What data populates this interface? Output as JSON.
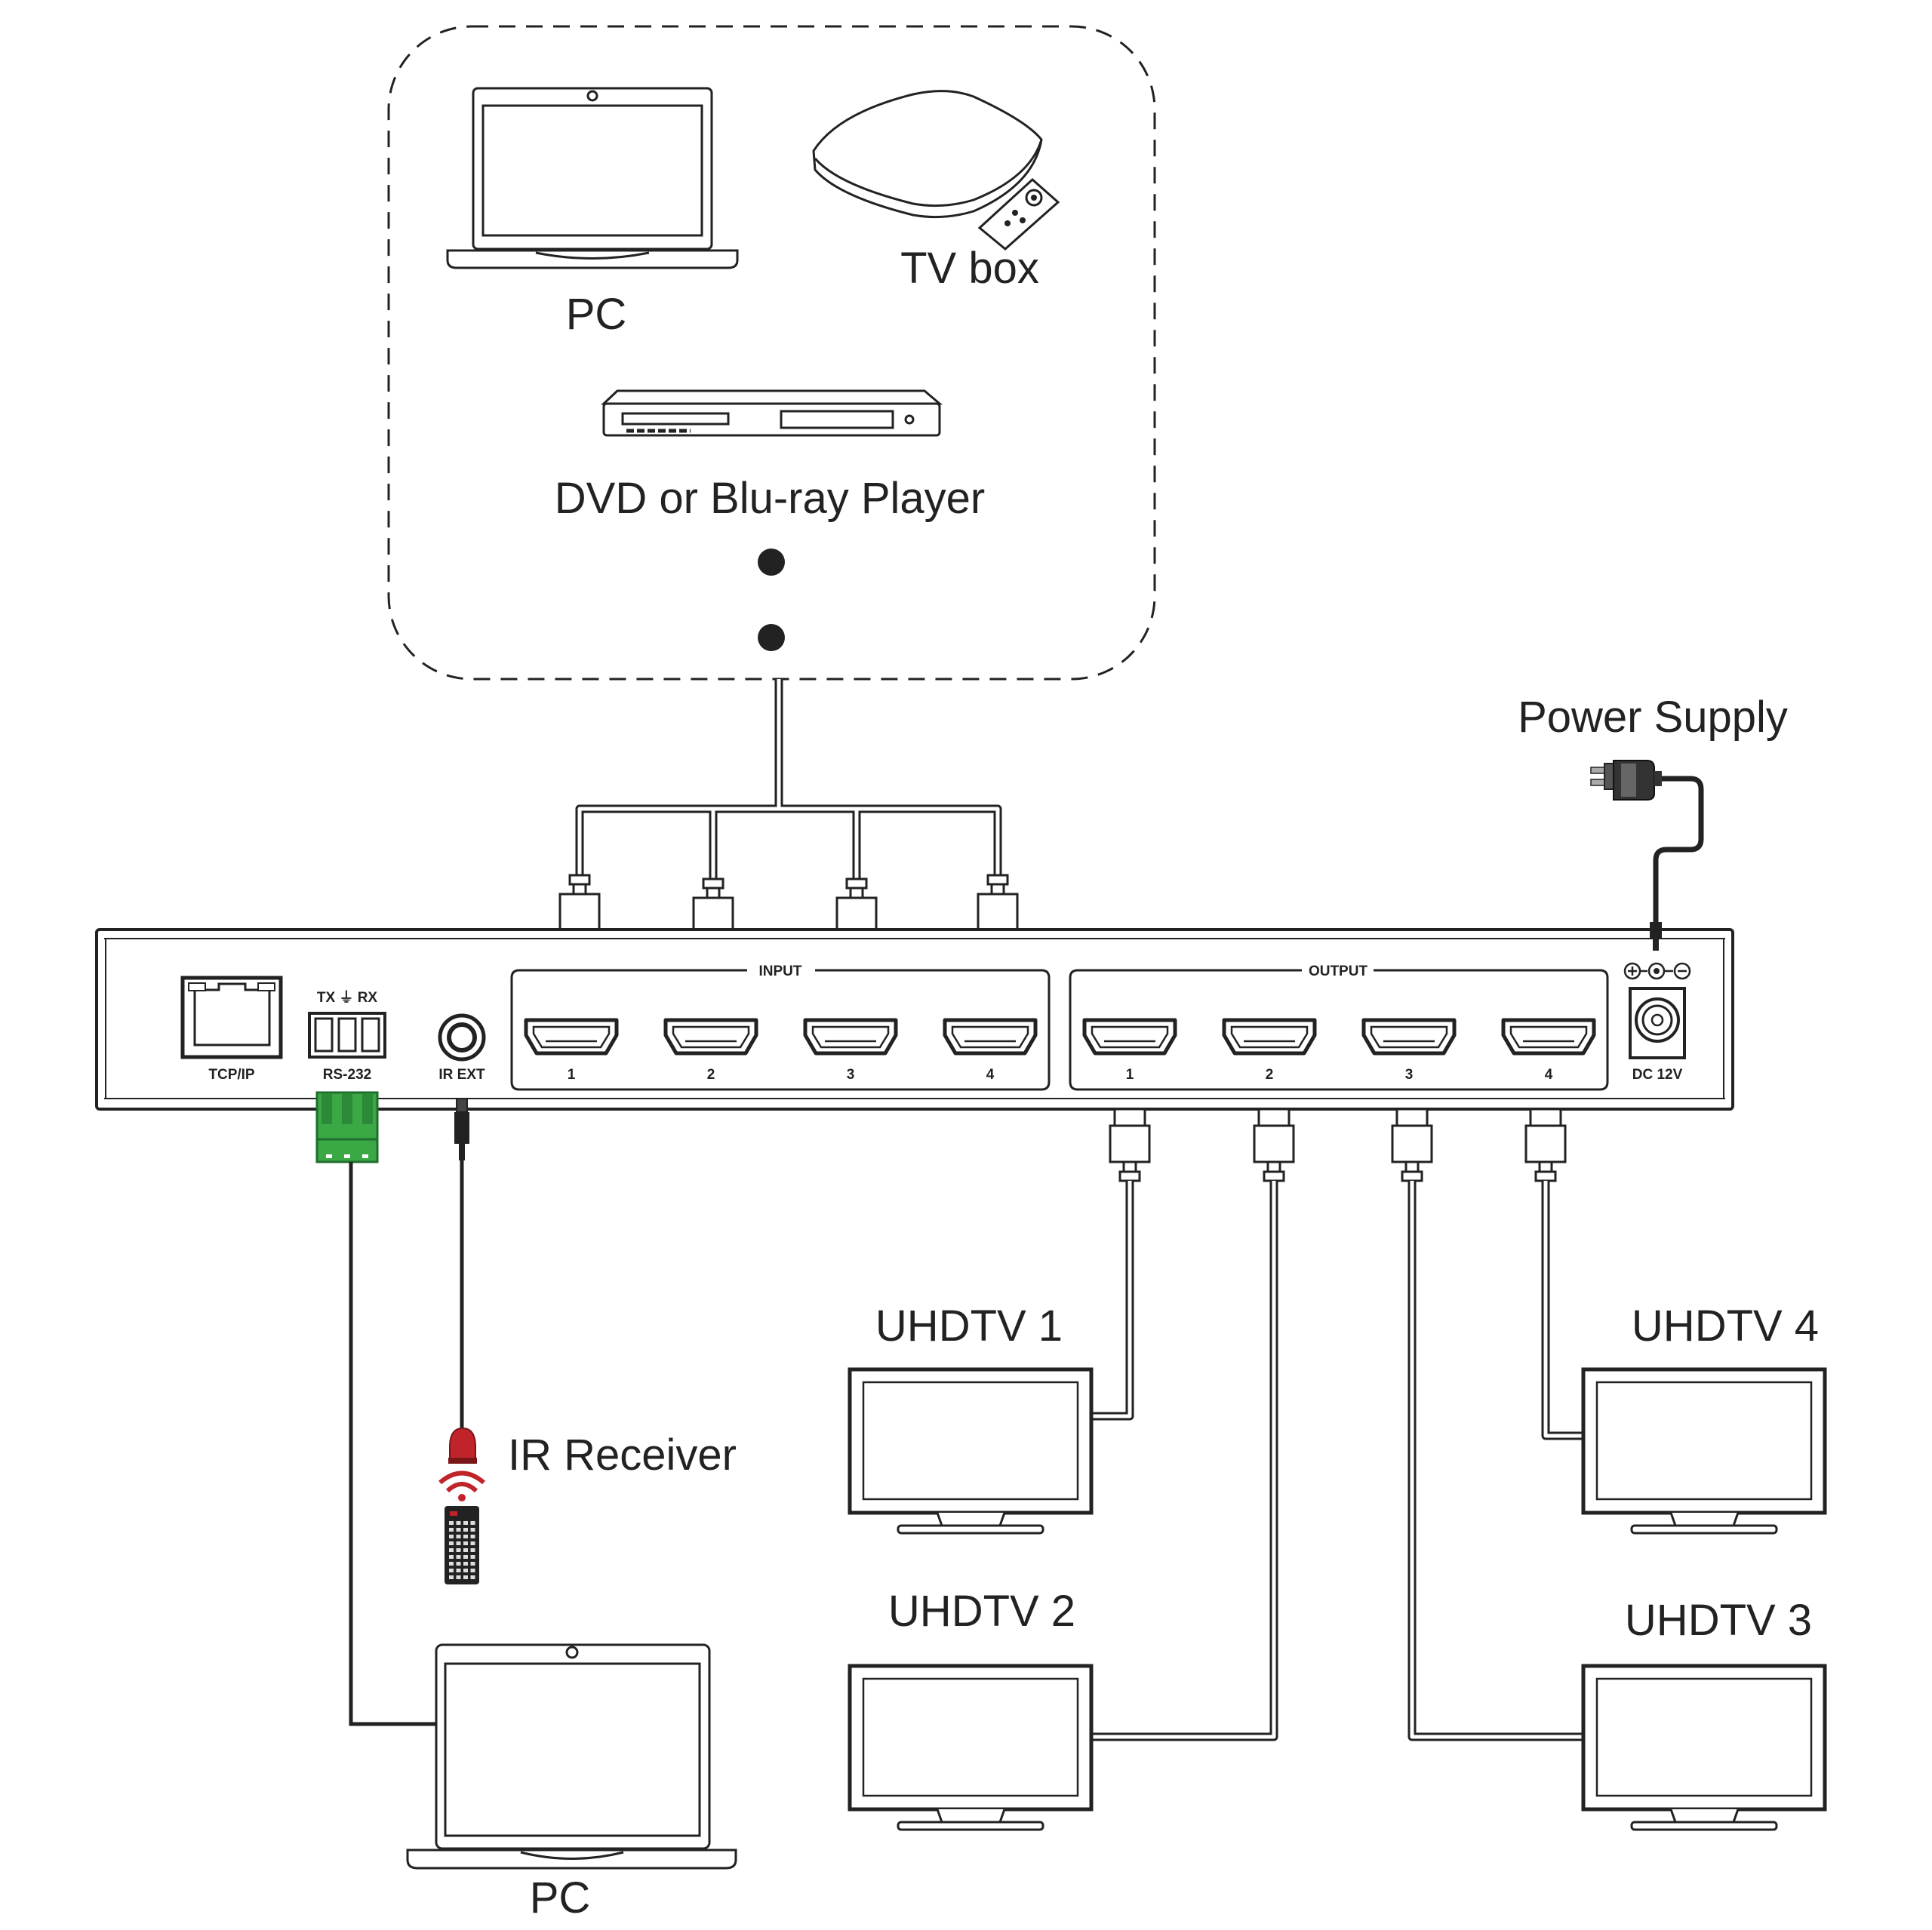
{
  "sources": {
    "pc": "PC",
    "tv_box": "TV box",
    "dvd": "DVD or Blu-ray Player"
  },
  "power": {
    "label": "Power Supply",
    "port": "DC 12V"
  },
  "ports": {
    "tcpip": "TCP/IP",
    "rs232": "RS-232",
    "txrx": "TX ⏚ RX",
    "irext": "IR EXT"
  },
  "input_group": {
    "label": "INPUT",
    "ports": [
      "1",
      "2",
      "3",
      "4"
    ]
  },
  "output_group": {
    "label": "OUTPUT",
    "ports": [
      "1",
      "2",
      "3",
      "4"
    ]
  },
  "ir_receiver": "IR Receiver",
  "pc_bottom": "PC",
  "displays": [
    "UHDTV 1",
    "UHDTV 2",
    "UHDTV 3",
    "UHDTV 4"
  ],
  "colors": {
    "line": "#222222",
    "rs232_connector": "#3aa845",
    "ir_receiver": "#c0232a"
  }
}
